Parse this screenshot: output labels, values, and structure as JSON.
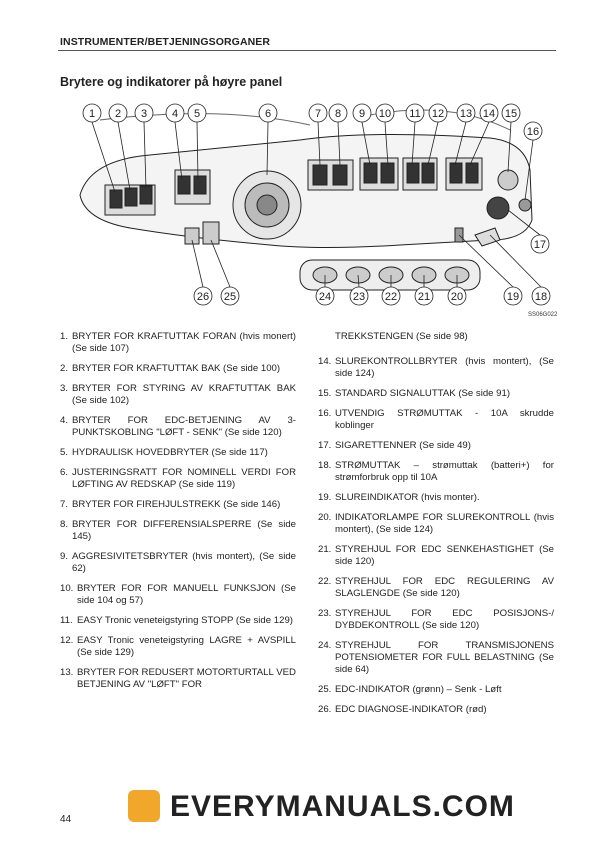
{
  "header": "INSTRUMENTER/BETJENINGSORGANER",
  "subtitle": "Brytere og indikatorer på høyre panel",
  "figure": {
    "code": "SS06G022",
    "callouts": [
      "1",
      "2",
      "3",
      "4",
      "5",
      "6",
      "7",
      "8",
      "9",
      "10",
      "11",
      "12",
      "13",
      "14",
      "15",
      "16",
      "17",
      "18",
      "19",
      "20",
      "21",
      "22",
      "23",
      "24",
      "25",
      "26"
    ]
  },
  "items_left": [
    {
      "n": "1.",
      "t": "BRYTER FOR KRAFTUTTAK FORAN (hvis monert) (Se side  107)"
    },
    {
      "n": "2.",
      "t": "BRYTER FOR KRAFTUTTAK BAK (Se side  100)"
    },
    {
      "n": "3.",
      "t": "BRYTER FOR STYRING AV KRAFTUTTAK BAK (Se side  102)"
    },
    {
      "n": "4.",
      "t": "BRYTER FOR EDC-BETJENING AV 3-PUNKTSKOBLING \"LØFT - SENK\" (Se side  120)"
    },
    {
      "n": "5.",
      "t": "HYDRAULISK HOVEDBRYTER (Se side  117)"
    },
    {
      "n": "6.",
      "t": "JUSTERINGSRATT FOR NOMINELL VERDI FOR LØFTING AV REDSKAP (Se side  119)"
    },
    {
      "n": "7.",
      "t": "BRYTER FOR FIREHJULSTREKK (Se side  146)"
    },
    {
      "n": "8.",
      "t": "BRYTER FOR DIFFERENSIALSPERRE (Se side  145)"
    },
    {
      "n": "9.",
      "t": "AGGRESIVITETSBRYTER (hvis montert), (Se side  62)"
    },
    {
      "n": "10.",
      "t": "BRYTER FOR FOR MANUELL FUNKSJON (Se side  104 og 57)"
    },
    {
      "n": "11.",
      "t": "EASY Tronic veneteigstyring STOPP (Se side  129)"
    },
    {
      "n": "12.",
      "t": "EASY Tronic veneteigstyring LAGRE + AVSPILL (Se side  129)"
    },
    {
      "n": "13.",
      "t": "BRYTER FOR REDUSERT MOTORTURTALL VED BETJENING AV \"LØFT\" FOR"
    }
  ],
  "item13_cont": "TREKKSTENGEN (Se side  98)",
  "items_right": [
    {
      "n": "14.",
      "t": "SLUREKONTROLLBRYTER (hvis montert), (Se side  124)"
    },
    {
      "n": "15.",
      "t": "STANDARD SIGNALUTTAK (Se side  91)"
    },
    {
      "n": "16.",
      "t": "UTVENDIG STRØMUTTAK - 10A skrudde koblinger"
    },
    {
      "n": "17.",
      "t": "SIGARETTENNER (Se side  49)"
    },
    {
      "n": "18.",
      "t": "STRØMUTTAK – strømuttak (batteri+) for strømforbruk opp til 10A"
    },
    {
      "n": "19.",
      "t": "SLUREINDIKATOR (hvis monter)."
    },
    {
      "n": "20.",
      "t": "INDIKATORLAMPE FOR SLUREKONTROLL (hvis montert), (Se side  124)"
    },
    {
      "n": "21.",
      "t": "STYREHJUL FOR EDC SENKEHASTIGHET (Se side  120)"
    },
    {
      "n": "22.",
      "t": "STYREHJUL FOR EDC REGULERING AV SLAGLENGDE (Se side  120)"
    },
    {
      "n": "23.",
      "t": "STYREHJUL FOR EDC POSISJONS-/ DYBDEKONTROLL (Se side  120)"
    },
    {
      "n": "24.",
      "t": "STYREHJUL FOR TRANSMISJONENS POTENSIOMETER FOR FULL BELASTNING (Se side  64)"
    },
    {
      "n": "25.",
      "t": "EDC-INDIKATOR (grønn) – Senk - Løft"
    },
    {
      "n": "26.",
      "t": "EDC DIAGNOSE-INDIKATOR (rød)"
    }
  ],
  "page_number": "44",
  "watermark": "EVERYMANUALS.COM"
}
